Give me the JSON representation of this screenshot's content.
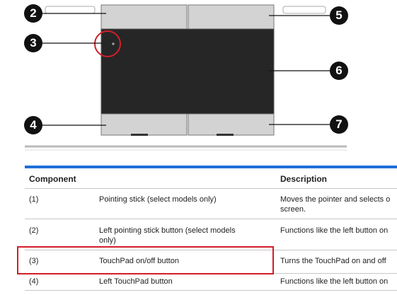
{
  "figure": {
    "callouts": [
      "2",
      "3",
      "4",
      "5",
      "6",
      "7"
    ]
  },
  "table": {
    "headers": {
      "component": "Component",
      "description": "Description"
    },
    "rows": [
      {
        "num": "(1)",
        "component": "Pointing stick (select models only)",
        "description": "Moves the pointer and selects o",
        "description_cont": "screen."
      },
      {
        "num": "(2)",
        "component": "Left pointing stick button (select models",
        "component_cont": "only)",
        "description": "Functions like the left button on"
      },
      {
        "num": "(3)",
        "component": "TouchPad on/off button",
        "description": "Turns the TouchPad on and off"
      },
      {
        "num": "(4)",
        "component": "Left TouchPad button",
        "description": "Functions like the left button on"
      }
    ]
  },
  "colors": {
    "table_rule": "#1e6fd9",
    "highlight": "#d21f2a",
    "touchpad": "#262626"
  }
}
